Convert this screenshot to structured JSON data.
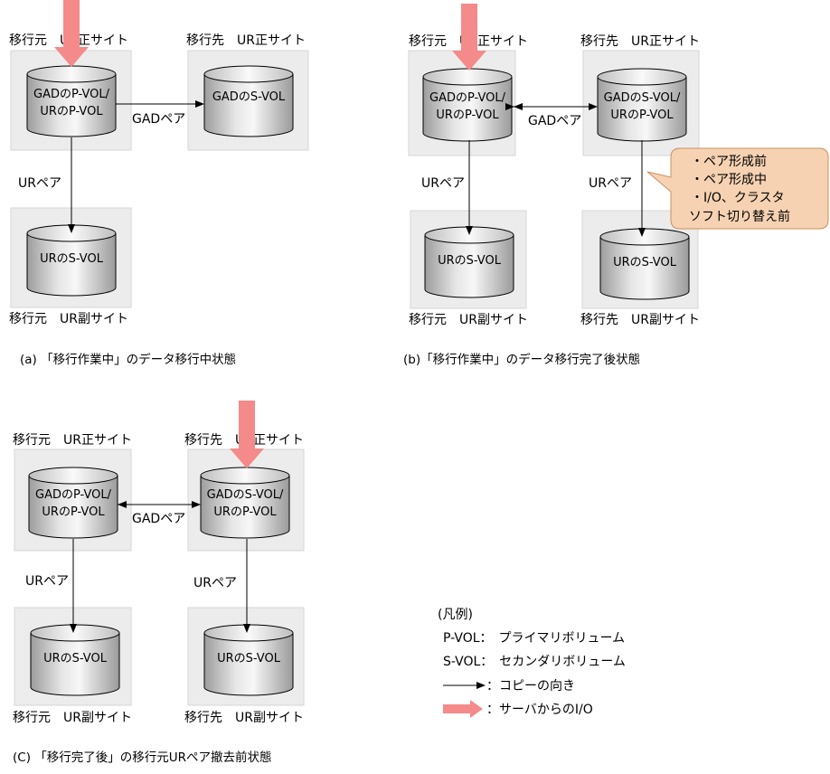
{
  "panels": {
    "a": {
      "caption": "(a) 「移行作業中」のデータ移行中状態",
      "site_tl": "移行元　UR正サイト",
      "site_tr": "移行先　UR正サイト",
      "site_bl": "移行元　UR副サイト",
      "vol_tl": [
        "GADのP-VOL/",
        "URのP-VOL"
      ],
      "vol_tr": "GADのS-VOL",
      "vol_bl": "URのS-VOL",
      "gad_pair": "GADペア",
      "ur_pair": "URペア"
    },
    "b": {
      "caption": "(b)「移行作業中」のデータ移行完了後状態",
      "site_tl": "移行元　UR正サイト",
      "site_tr": "移行先　UR正サイト",
      "site_bl": "移行元　UR副サイト",
      "site_br": "移行先　UR副サイト",
      "vol_tl": [
        "GADのP-VOL/",
        "URのP-VOL"
      ],
      "vol_tr": [
        "GADのS-VOL/",
        "URのP-VOL"
      ],
      "vol_bl": "URのS-VOL",
      "vol_br": "URのS-VOL",
      "gad_pair": "GADペア",
      "ur_pair_left": "URペア",
      "ur_pair_right": "URペア",
      "callout": [
        "・ペア形成前",
        "・ペア形成中",
        "・I/O、クラスタ",
        "ソフト切り替え前"
      ]
    },
    "c": {
      "caption": "(C) 「移行完了後」の移行元URペア撤去前状態",
      "site_tl": "移行元　UR正サイト",
      "site_tr": "移行先　UR正サイト",
      "site_bl": "移行元　UR副サイト",
      "site_br": "移行先　UR副サイト",
      "vol_tl": [
        "GADのP-VOL/",
        "URのP-VOL"
      ],
      "vol_tr": [
        "GADのS-VOL/",
        "URのP-VOL"
      ],
      "vol_bl": "URのS-VOL",
      "vol_br": "URのS-VOL",
      "gad_pair": "GADペア",
      "ur_pair_left": "URペア",
      "ur_pair_right": "URペア"
    }
  },
  "legend": {
    "title": "(凡例)",
    "pvol": "P-VOL：　プライマリボリューム",
    "svol": "S-VOL：　セカンダリボリューム",
    "copy": "：コピーの向き",
    "io": "：サーバからのI/O"
  },
  "colors": {
    "site_fill": "#ececec",
    "io_arrow": "#f48a8a",
    "callout_fill": "#f6d2b2",
    "callout_stroke": "#c9905e"
  }
}
